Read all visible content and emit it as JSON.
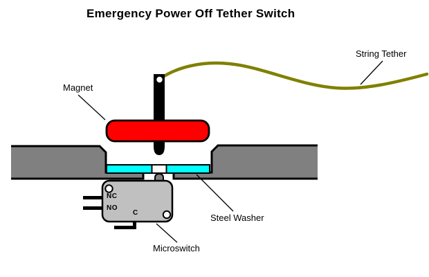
{
  "title": "Emergency Power Off Tether Switch",
  "labels": {
    "magnet": "Magnet",
    "string_tether": "String Tether",
    "steel_washer": "Steel Washer",
    "microswitch": "Microswitch"
  },
  "switch_terminals": {
    "nc": "NC",
    "no": "NO",
    "c": "C"
  },
  "colors": {
    "magnet_red": "#FF0000",
    "panel_gray": "#808080",
    "switch_gray": "#C0C0C0",
    "plunger_gray": "#808080",
    "washer_cyan": "#00FFFF",
    "string_olive": "#808000",
    "outline_black": "#000000",
    "background": "#FFFFFF",
    "hole_white": "#FFFFFF"
  }
}
